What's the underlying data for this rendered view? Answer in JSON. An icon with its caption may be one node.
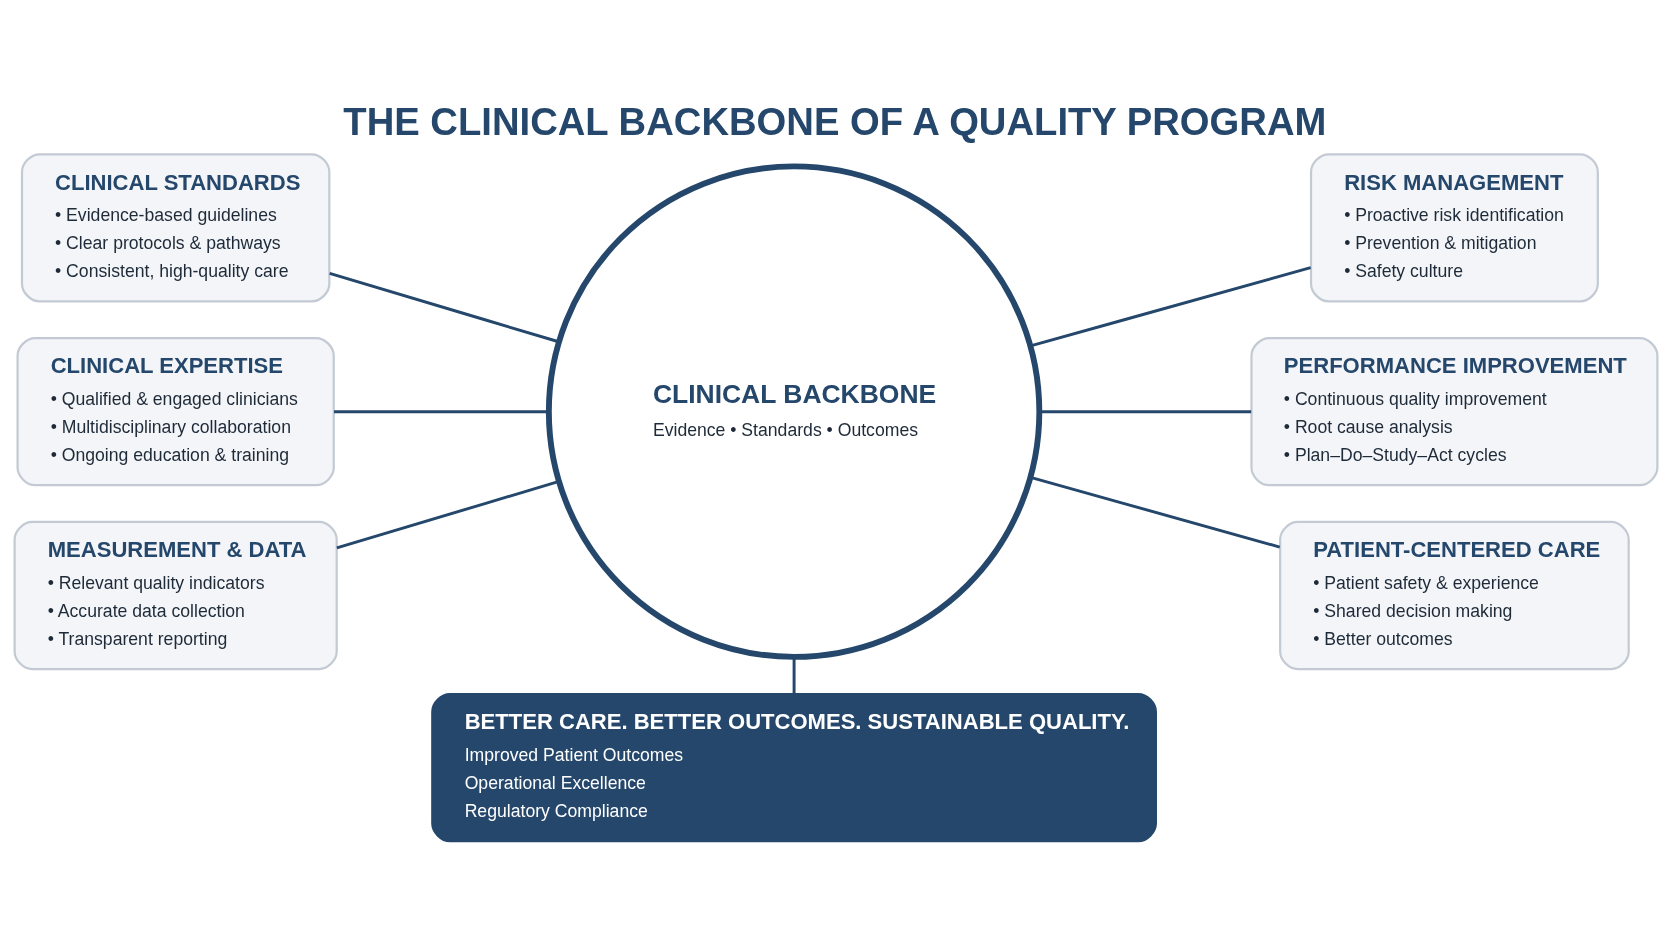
{
  "diagram": {
    "title": "THE CLINICAL BACKBONE OF A QUALITY PROGRAM",
    "nodes": [
      {
        "text": [
          "CLINICAL STANDARDS",
          "• Evidence-based guidelines",
          "• Clear protocols & pathways",
          "• Consistent, high-quality care"
        ]
      },
      {
        "text": [
          "RISK MANAGEMENT",
          "• Proactive risk identification",
          "• Prevention & mitigation",
          "• Safety culture"
        ]
      },
      {
        "text": [
          "CLINICAL EXPERTISE",
          "• Qualified & engaged clinicians",
          "• Multidisciplinary collaboration",
          "• Ongoing education & training"
        ]
      },
      {
        "text": [
          "CLINICAL BACKBONE",
          "Evidence • Standards • Outcomes"
        ]
      },
      {
        "text": [
          "PERFORMANCE IMPROVEMENT",
          "• Continuous quality improvement",
          "• Root cause analysis",
          "• Plan–Do–Study–Act cycles"
        ]
      },
      {
        "text": [
          "MEASUREMENT & DATA",
          "• Relevant quality indicators",
          "• Accurate data collection",
          "• Transparent reporting"
        ]
      },
      {
        "text": [
          "PATIENT-CENTERED CARE",
          "• Patient safety & experience",
          "• Shared decision making",
          "• Better outcomes"
        ]
      },
      {
        "text": [
          "BETTER CARE. BETTER OUTCOMES. SUSTAINABLE QUALITY.",
          "Improved Patient Outcomes",
          "Operational Excellence",
          "Regulatory Compliance"
        ]
      }
    ],
    "edges": [
      {
        "from": 3,
        "to": 0,
        "arrow": "none"
      },
      {
        "from": 3,
        "to": 1,
        "arrow": "none"
      },
      {
        "from": 3,
        "to": 2,
        "arrow": "none"
      },
      {
        "from": 3,
        "to": 4,
        "arrow": "none"
      },
      {
        "from": 3,
        "to": 5,
        "arrow": "none"
      },
      {
        "from": 3,
        "to": 6,
        "arrow": "none"
      },
      {
        "from": 3,
        "to": 7,
        "arrow": "none"
      }
    ]
  }
}
